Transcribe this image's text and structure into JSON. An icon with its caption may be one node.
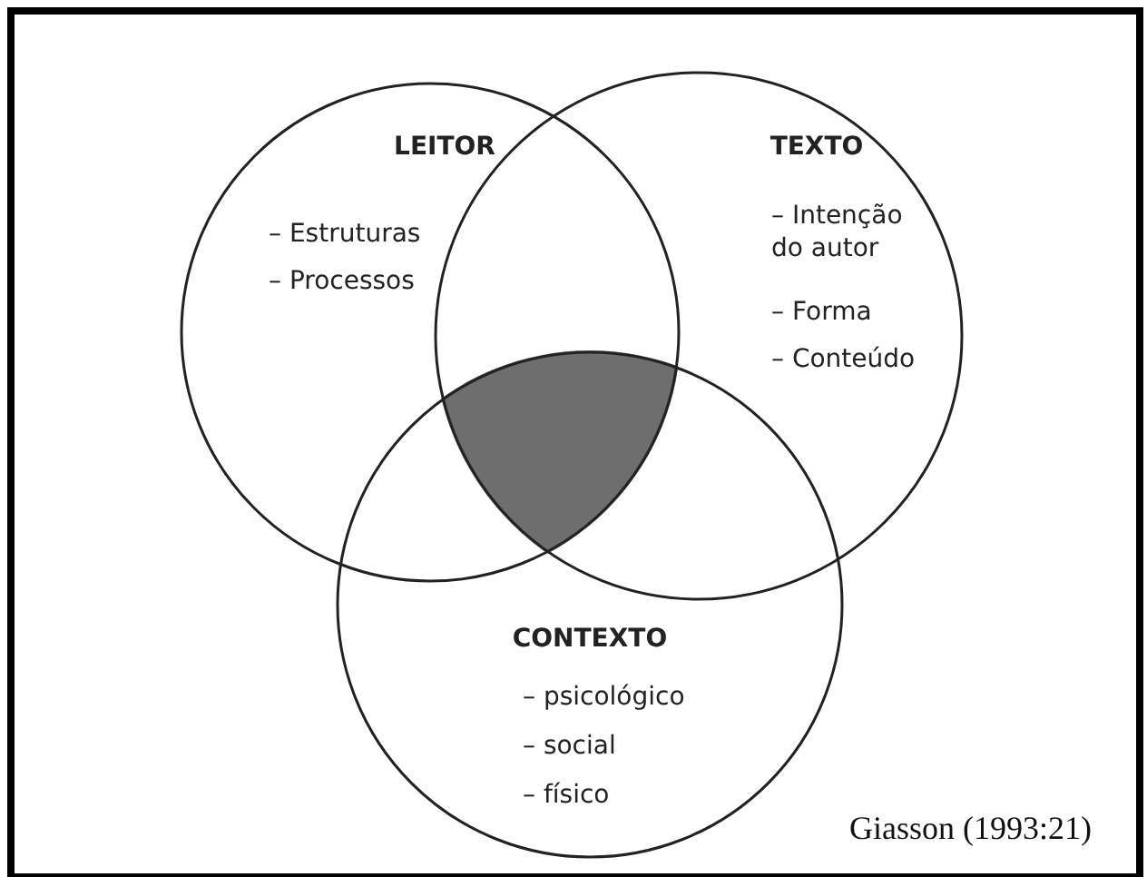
{
  "diagram": {
    "nodes": [
      {
        "text": [
          "LEITOR",
          "– Estruturas",
          "– Processos"
        ]
      },
      {
        "text": [
          "TEXTO",
          "– Intenção do autor",
          "– Forma",
          "– Conteúdo"
        ]
      },
      {
        "text": [
          "CONTEXTO",
          "– psicológico",
          "– social",
          "– físico"
        ]
      },
      {
        "text": [],
        "shape": "region"
      }
    ],
    "labels": [
      "Giasson (1993:21)"
    ]
  }
}
